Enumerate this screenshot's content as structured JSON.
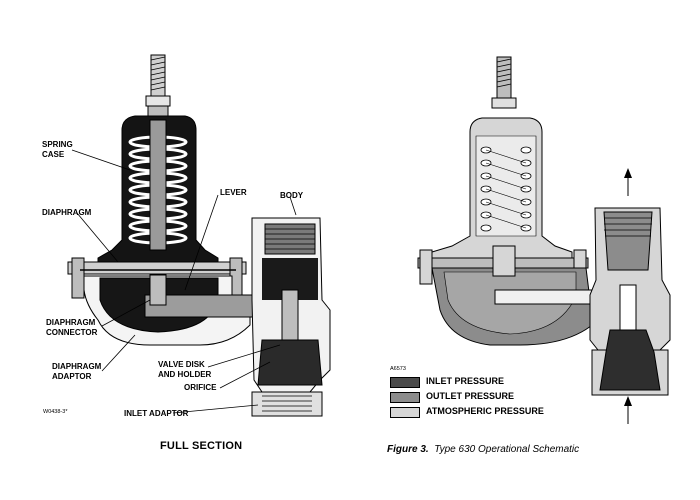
{
  "left_figure": {
    "labels": {
      "spring_case_line1": "SPRING",
      "spring_case_line2": "CASE",
      "diaphragm": "DIAPHRAGM",
      "lever": "LEVER",
      "body": "BODY",
      "diaphragm_connector_line1": "DIAPHRAGM",
      "diaphragm_connector_line2": "CONNECTOR",
      "diaphragm_adaptor_line1": "DIAPHRAGM",
      "diaphragm_adaptor_line2": "ADAPTOR",
      "valve_disk_line1": "VALVE DISK",
      "valve_disk_line2": "AND HOLDER",
      "orifice": "ORIFICE",
      "inlet_adaptor": "INLET ADAPTOR"
    },
    "code": "W0438-3*",
    "caption": "FULL SECTION"
  },
  "right_figure": {
    "code": "A6573",
    "legend": [
      {
        "label": "INLET PRESSURE",
        "color": "#4a4a4a"
      },
      {
        "label": "OUTLET PRESSURE",
        "color": "#8c8c8c"
      },
      {
        "label": "ATMOSPHERIC PRESSURE",
        "color": "#d6d6d6"
      }
    ],
    "caption_fig": "Figure 3.",
    "caption_title": "Type 630 Operational Schematic"
  }
}
